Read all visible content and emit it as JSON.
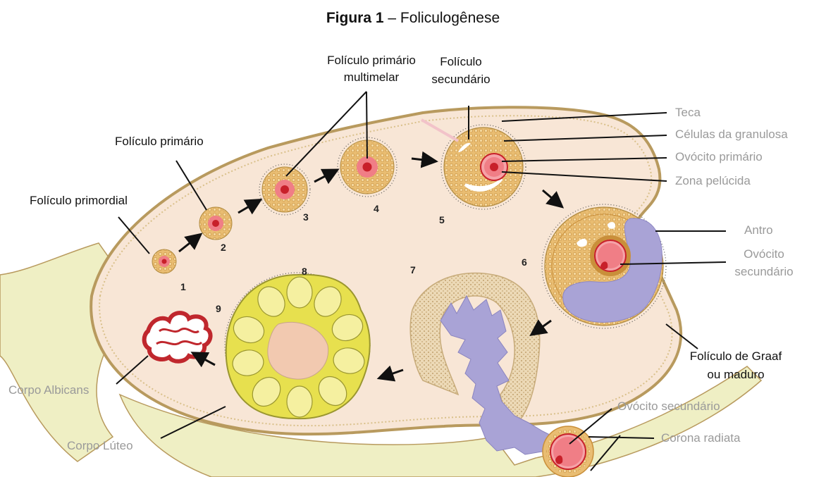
{
  "figure": {
    "title_bold": "Figura 1",
    "title_rest": " – Foliculogênese"
  },
  "stage_numbers": [
    "1",
    "2",
    "3",
    "4",
    "5",
    "6",
    "7",
    "8",
    "9"
  ],
  "labels": {
    "primordial": "Folículo primordial",
    "primario": "Folículo primário",
    "multilaminar_1": "Folículo primário",
    "multilaminar_2": "multimelar",
    "secundario_1": "Folículo",
    "secundario_2": "secundário",
    "teca": "Teca",
    "granulosa": "Células da granulosa",
    "ovocito_primario": "Ovócito primário",
    "zona_pelucida": "Zona pelúcida",
    "antro": "Antro",
    "ovocito_secundario_1": "Ovócito",
    "ovocito_secundario_2": "secundário",
    "graaf_1": "Folículo de Graaf",
    "graaf_2": "ou maduro",
    "ovocito_secundario_ovulado": "Ovócito secundário",
    "corona_radiata": "Corona radiata",
    "corpo_albicans": "Corpo Albicans",
    "corpo_luteo": "Corpo Lúteo"
  },
  "colors": {
    "ovary": "#f8e6d6",
    "ovary_outline": "#b89a5e",
    "stroma": "#efefc4",
    "granulosa": "#e4b56a",
    "granulosa_cell": "#c98f3a",
    "oocyte": "#f07e86",
    "nucleus": "#c8202a",
    "antrum": "#a9a3d6",
    "luteum": "#e7e04e",
    "albicans": "#c0272d",
    "label_gray": "#9a9a9a"
  }
}
